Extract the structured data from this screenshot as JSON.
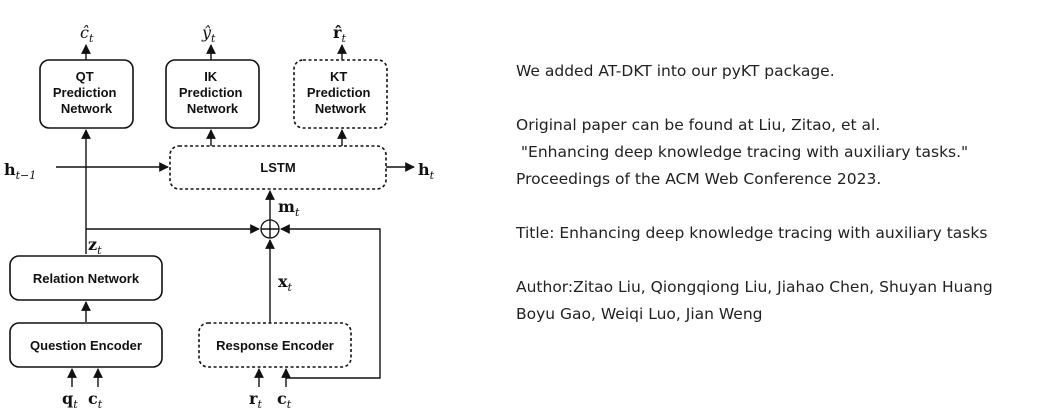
{
  "diagram": {
    "outputs": {
      "c_hat": "ĉ",
      "c_hat_sub": "t",
      "y_hat": "ŷ",
      "y_hat_sub": "t",
      "r_hat": "r̂",
      "r_hat_sub": "t"
    },
    "boxes": {
      "qt": [
        "QT",
        "Prediction",
        "Network"
      ],
      "ik": [
        "IK",
        "Prediction",
        "Network"
      ],
      "kt": [
        "KT",
        "Prediction",
        "Network"
      ],
      "lstm": "LSTM",
      "relation": "Relation Network",
      "question_encoder": "Question Encoder",
      "response_encoder": "Response Encoder"
    },
    "vars": {
      "h_prev": "h",
      "h_prev_sub": "t−1",
      "h": "h",
      "h_sub": "t",
      "m": "m",
      "m_sub": "t",
      "z": "z",
      "z_sub": "t",
      "x": "x",
      "x_sub": "t",
      "q": "q",
      "q_sub": "t",
      "c1": "c",
      "c1_sub": "t",
      "r": "r",
      "r_sub": "t",
      "c2": "c",
      "c2_sub": "t"
    }
  },
  "text": {
    "line1": "We added AT-DKT into our pyKT package.",
    "line2": "Original paper can be found at Liu, Zitao, et al.",
    "line3": " \"Enhancing deep knowledge tracing with auxiliary tasks.\"",
    "line4": "Proceedings of the ACM Web Conference 2023.",
    "line5": "Title: Enhancing deep knowledge tracing with auxiliary tasks",
    "line6": "Author:Zitao Liu, Qiongqiong Liu, Jiahao Chen, Shuyan Huang",
    "line7": "Boyu Gao, Weiqi Luo, Jian Weng"
  }
}
